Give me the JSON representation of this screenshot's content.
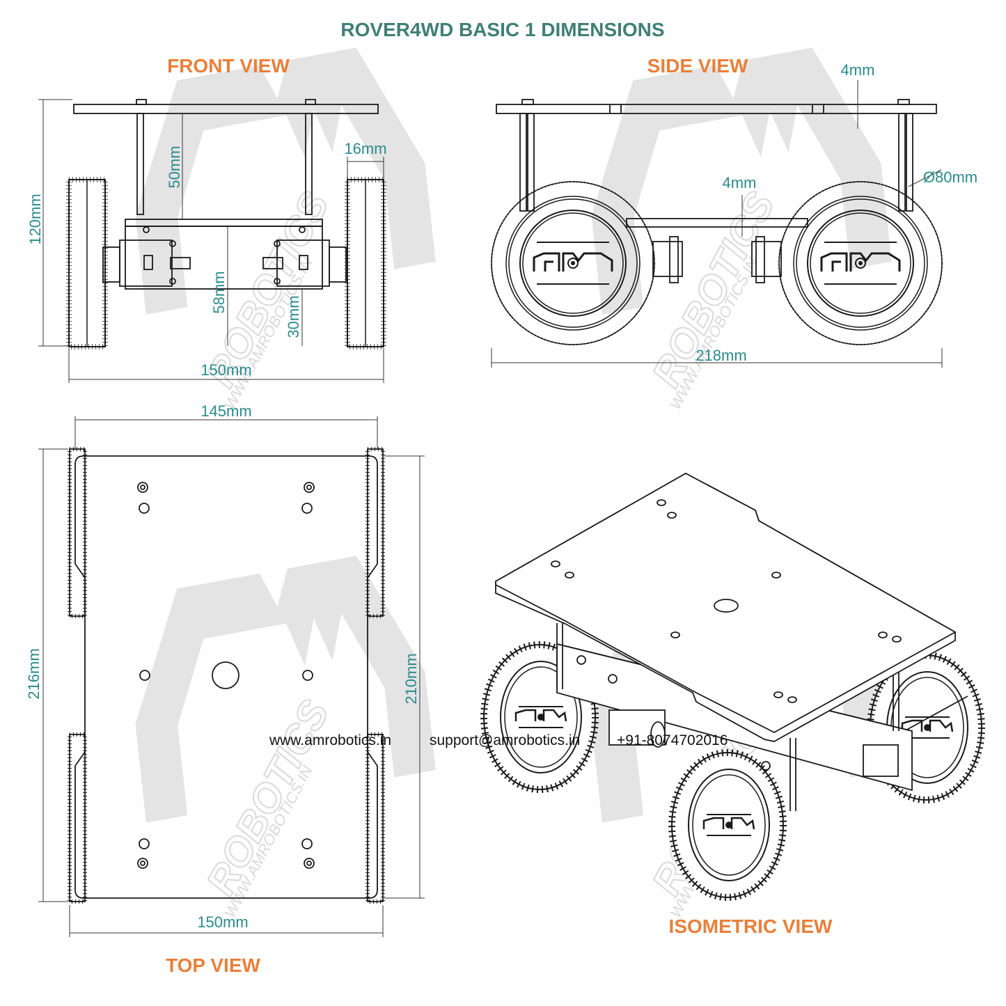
{
  "title": "ROVER4WD BASIC 1 DIMENSIONS",
  "views": {
    "front": "FRONT VIEW",
    "side": "SIDE VIEW",
    "top": "TOP VIEW",
    "isometric": "ISOMETRIC VIEW"
  },
  "dimensions": {
    "front_height": "120mm",
    "front_standoff": "50mm",
    "front_wheel_width": "16mm",
    "front_chassis_height": "58mm",
    "front_motor": "30mm",
    "front_width": "150mm",
    "side_plate_thickness": "4mm",
    "side_lower_thickness": "4mm",
    "side_wheel_diameter": "Ø80mm",
    "side_length": "218mm",
    "top_plate_width": "145mm",
    "top_length": "216mm",
    "top_plate_length": "210mm",
    "top_width": "150mm"
  },
  "watermark": {
    "logo": "AM",
    "brand": "ROBOTICS",
    "url": "WWW.AMROBOTICS.IN"
  },
  "footer": {
    "website": "www.amrobotics.in",
    "email": "support@amrobotics.in",
    "phone": "+91-8074702016"
  },
  "colors": {
    "title": "#3f7f74",
    "view_label": "#e8803a",
    "dimension": "#2a8a8c",
    "line": "#1a1a1a",
    "watermark": "#d9d9d9"
  }
}
